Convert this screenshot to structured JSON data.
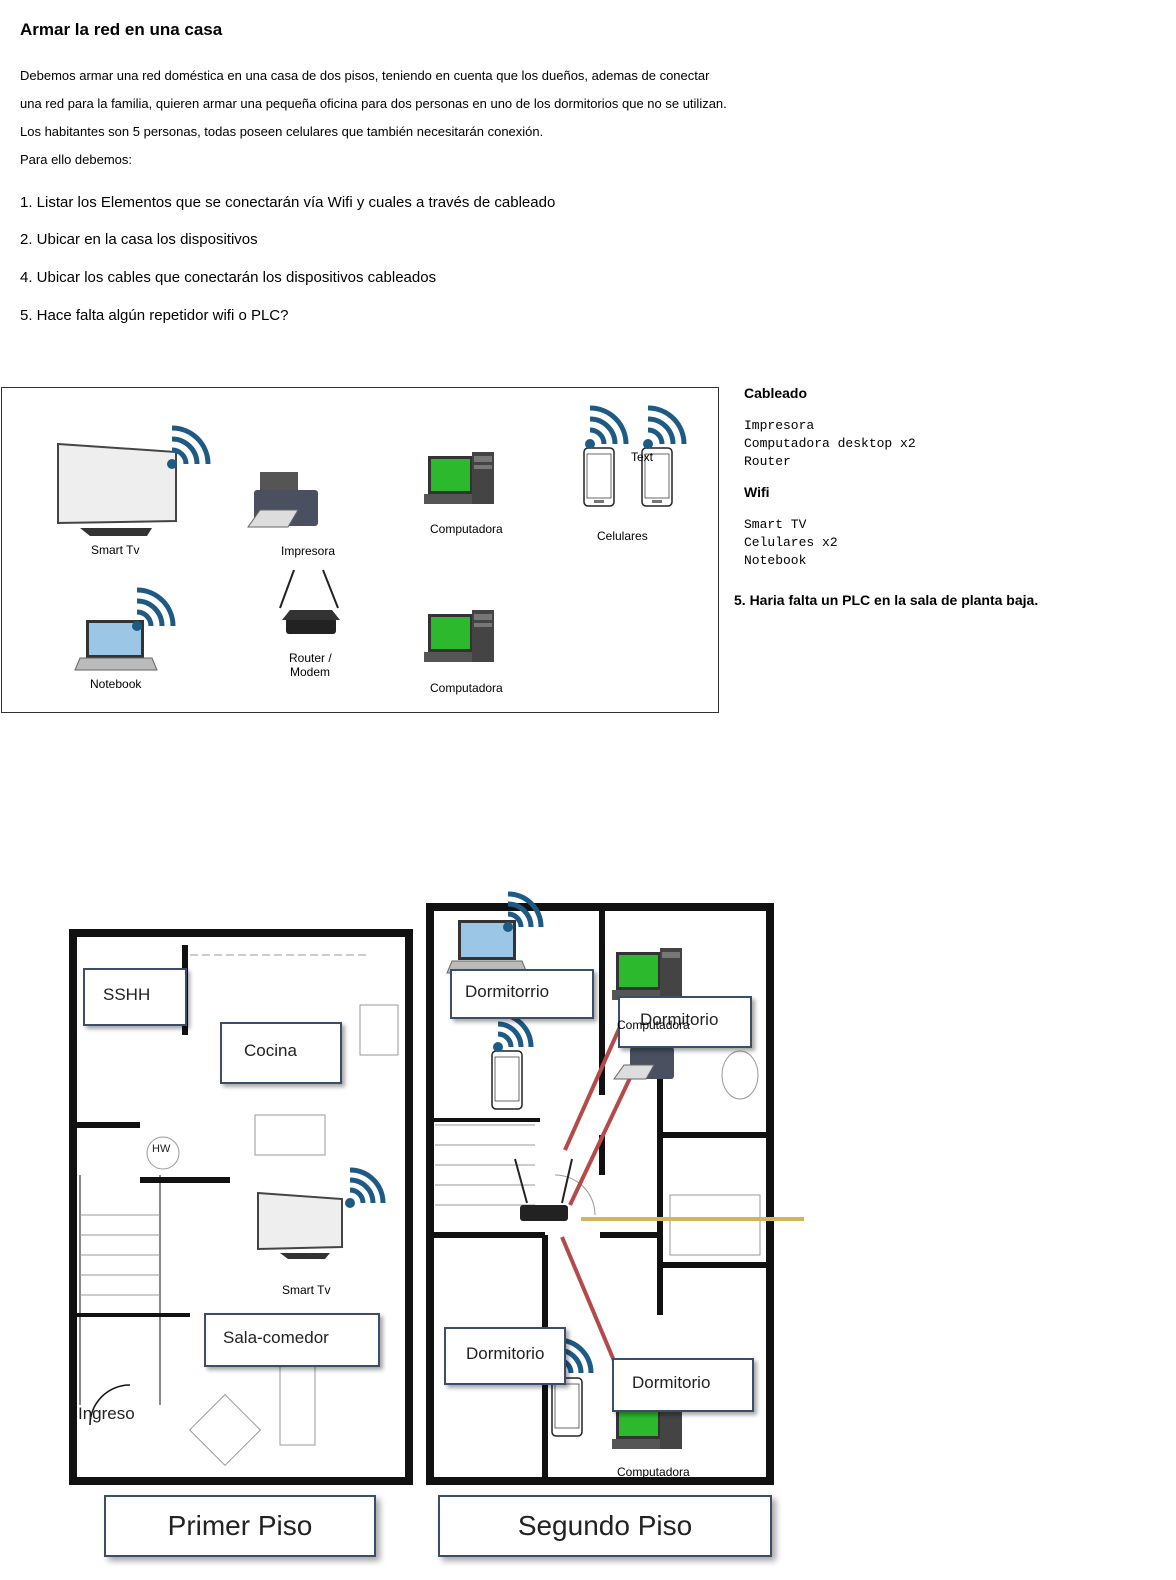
{
  "title": "Armar la red en una casa",
  "intro": [
    "Debemos armar una red doméstica en una casa de dos pisos, teniendo en cuenta que los dueños, ademas de conectar",
    "una red para la familia, quieren armar una pequeña oficina para dos personas en uno de los dormitorios que no se utilizan.",
    "Los habitantes son 5 personas, todas poseen celulares que también necesitarán conexión.",
    "Para ello debemos:"
  ],
  "steps": [
    "1. Listar los Elementos que se conectarán vía Wifi y cuales a través de cableado",
    "2. Ubicar en la casa los dispositivos",
    "4. Ubicar los cables que conectarán los dispositivos cableados",
    "5. Hace falta algún repetidor wifi o PLC?"
  ],
  "devices": {
    "smart_tv": "Smart Tv",
    "impresora": "Impresora",
    "computadora_1": "Computadora",
    "celulares": "Celulares",
    "celular_text": "Text",
    "notebook": "Notebook",
    "router": "Router /",
    "router_2": "Modem",
    "computadora_2": "Computadora"
  },
  "answer": {
    "cableado_heading": "Cableado",
    "cableado_items": [
      "Impresora",
      "Computadora desktop x2",
      "Router"
    ],
    "wifi_heading": "Wifi",
    "wifi_items": [
      "Smart TV",
      "Celulares x2",
      "Notebook"
    ],
    "plc_note": "5. Haria falta un PLC en la sala de planta baja."
  },
  "plan": {
    "rooms_first": [
      "SSHH",
      "Cocina",
      "Sala-comedor"
    ],
    "ingreso": "Ingreso",
    "hw": "HW",
    "rooms_second": [
      "Dormitorrio",
      "Dormitorio",
      "Dormitorio",
      "Dormitorio"
    ],
    "floor_titles": [
      "Primer Piso",
      "Segundo Piso"
    ],
    "plan_labels": {
      "smart_tv": "Smart Tv",
      "computadora_top": "Computadora",
      "computadora_bottom": "Computadora"
    }
  },
  "colors": {
    "wifi": "#1f5a85",
    "screen_green": "#2db92d",
    "cable_red": "#b54a4a",
    "plc_line": "#d4b45a"
  }
}
